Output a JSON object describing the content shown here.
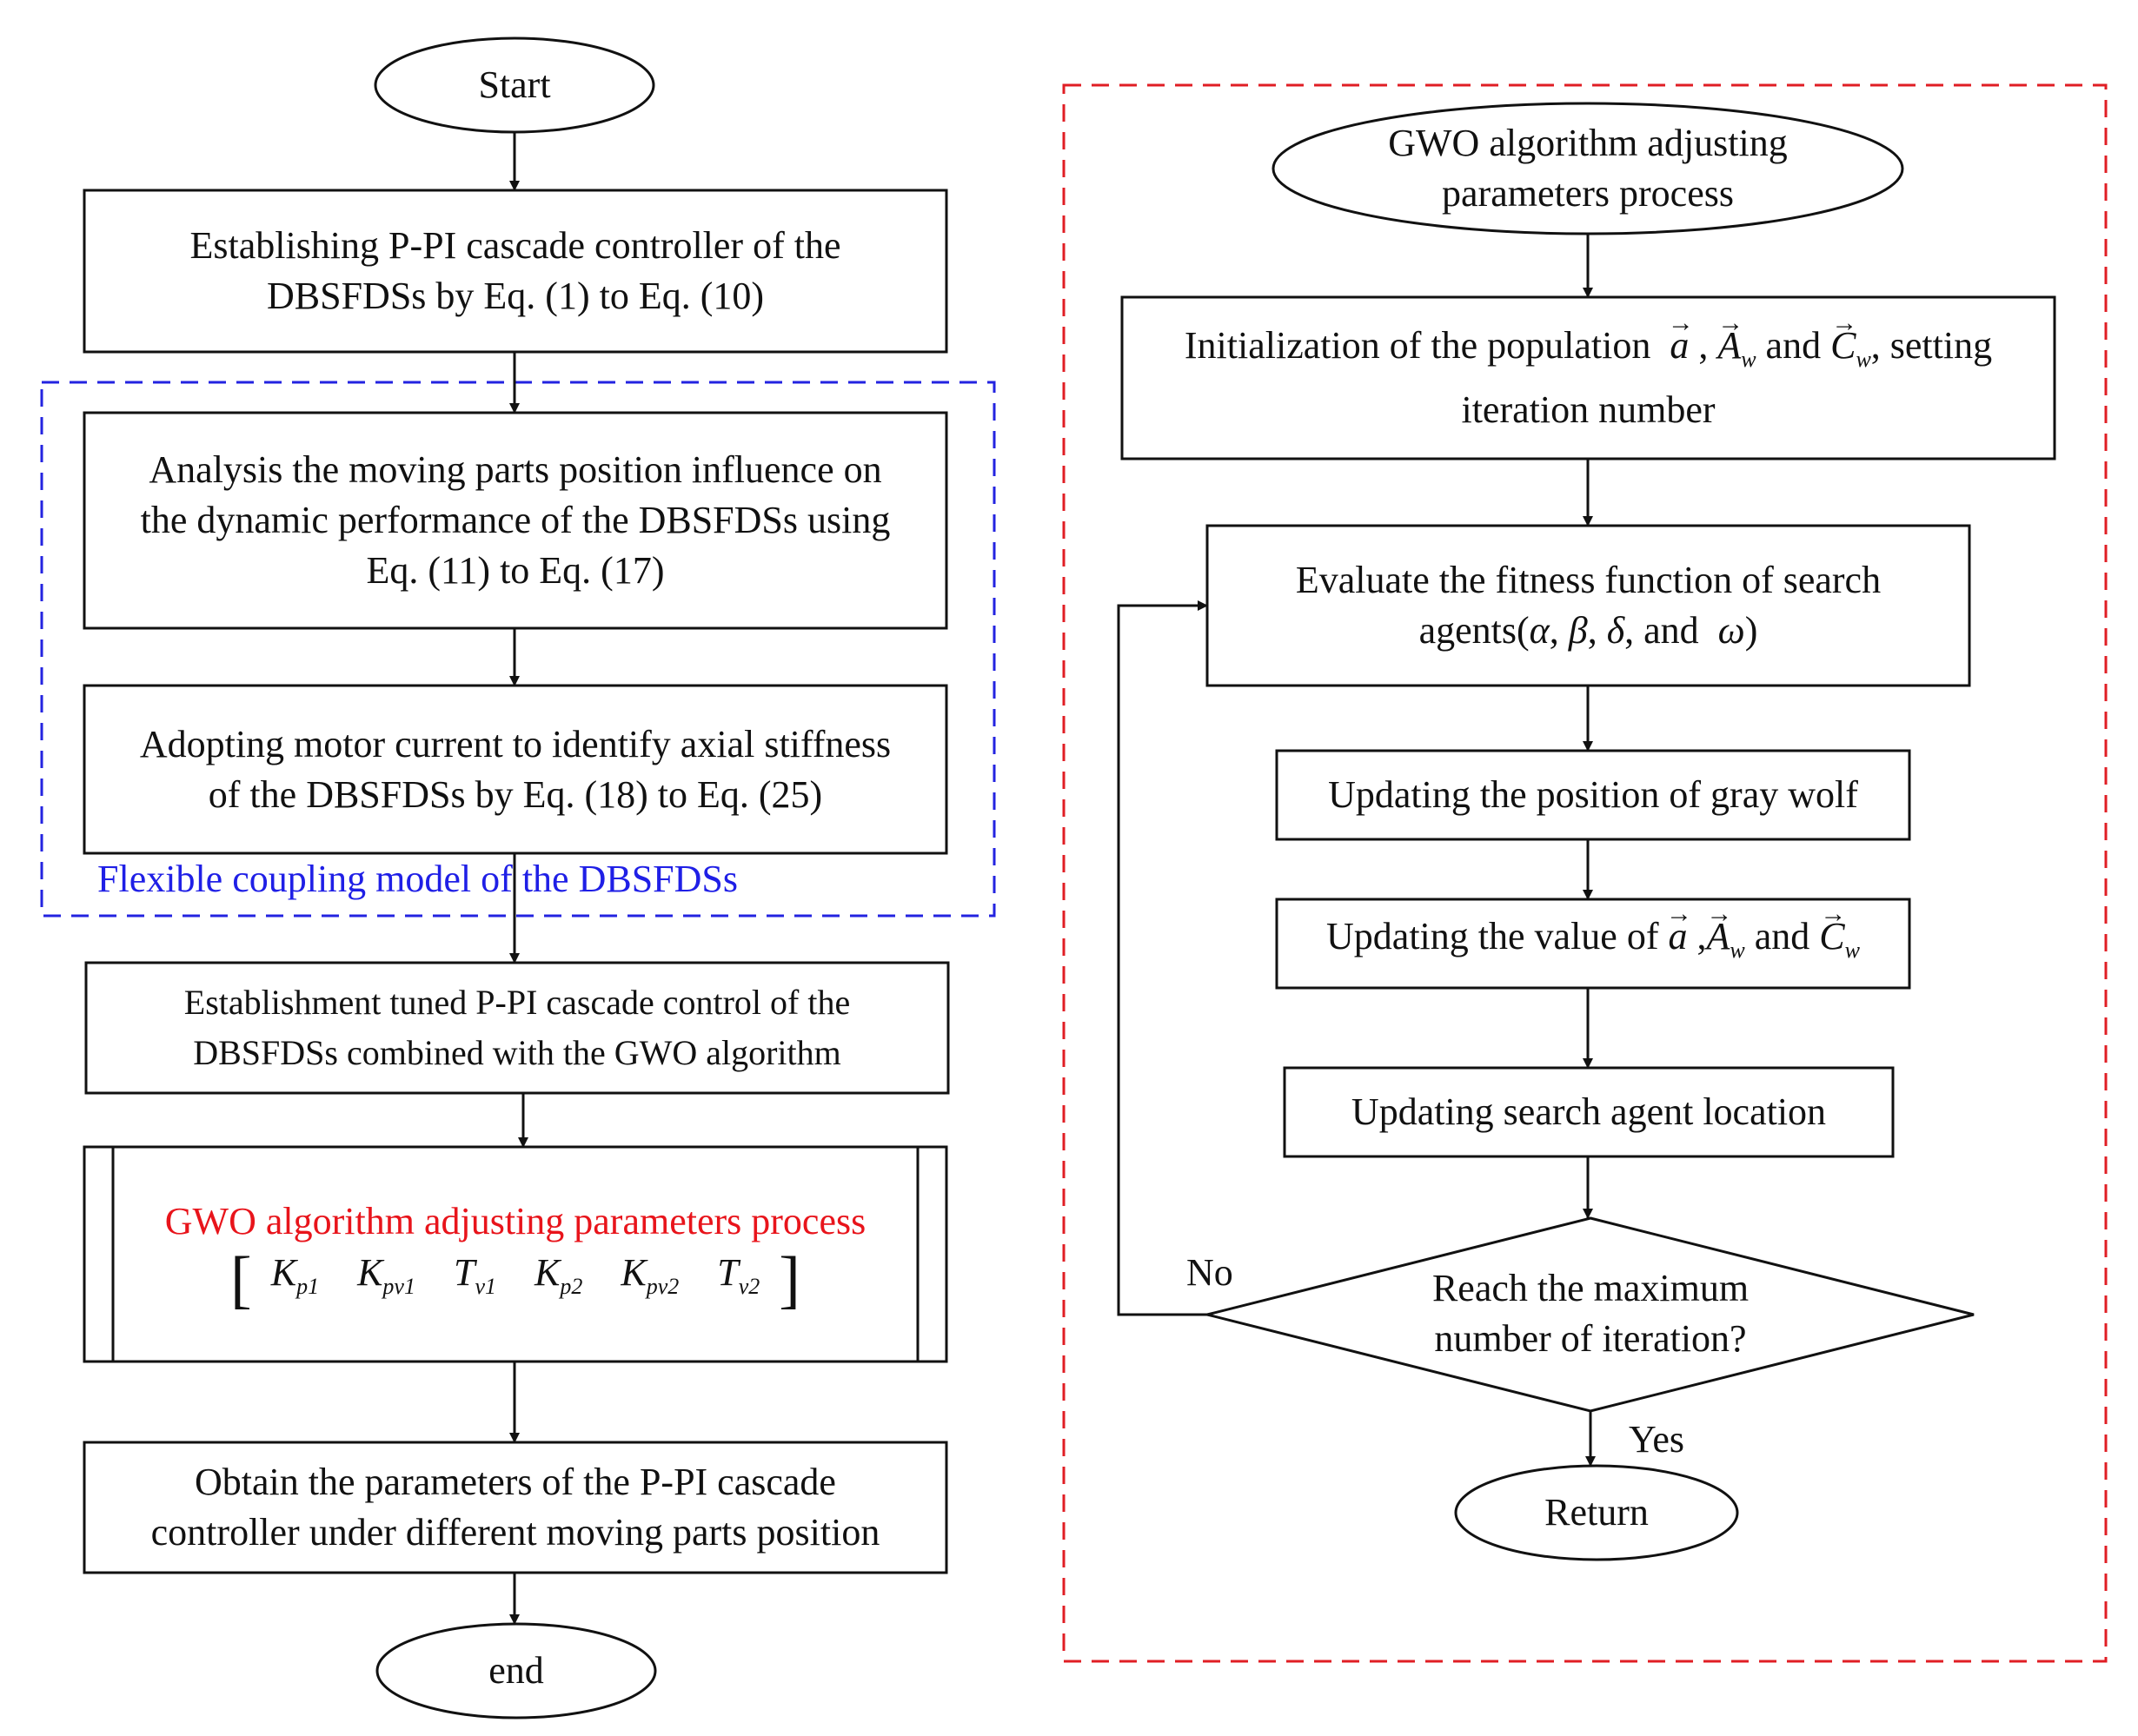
{
  "left_flow": {
    "start": "Start",
    "step1": [
      "Establishing P-PI cascade controller of the",
      "DBSFDSs by Eq. (1) to Eq. (10)"
    ],
    "step2": [
      "Analysis the moving parts position influence on",
      "the dynamic performance of the DBSFDSs using",
      "Eq. (11) to Eq. (17)"
    ],
    "step3": [
      "Adopting motor current to identify axial stiffness",
      "of the DBSFDSs by Eq. (18) to Eq. (25)"
    ],
    "group_label": "Flexible coupling model of the DBSFDSs",
    "step4": [
      "Establishment tuned P-PI cascade control of the",
      "DBSFDSs combined with the GWO algorithm"
    ],
    "subprocess": {
      "title": "GWO algorithm adjusting parameters process",
      "params": [
        {
          "sym": "K",
          "sub": "p1"
        },
        {
          "sym": "K",
          "sub": "pv1"
        },
        {
          "sym": "T",
          "sub": "v1"
        },
        {
          "sym": "K",
          "sub": "p2"
        },
        {
          "sym": "K",
          "sub": "pv2"
        },
        {
          "sym": "T",
          "sub": "v2"
        }
      ]
    },
    "step5": [
      "Obtain the parameters of the P-PI cascade",
      "controller under different moving parts position"
    ],
    "end": "end"
  },
  "right_flow": {
    "start": [
      "GWO algorithm adjusting",
      "parameters process"
    ],
    "init": {
      "prefix": "Initialization of the population",
      "a": "a",
      "A": "A",
      "A_sub": "w",
      "and": "and",
      "C": "C",
      "C_sub": "w",
      "suffix": ", setting",
      "line2": "iteration number"
    },
    "evaluate": {
      "line1": "Evaluate the fitness function of search",
      "line2_prefix": "agents(",
      "alpha": "α",
      "beta": "β",
      "delta": "δ",
      "and": "and",
      "omega": "ω",
      "line2_suffix": ")"
    },
    "update_position": "Updating the position of gray wolf",
    "update_value": {
      "prefix": "Updating the value of",
      "a": "a",
      "A": "A",
      "A_sub": "w",
      "and": "and",
      "C": "C",
      "C_sub": "w"
    },
    "update_agent": "Updating search agent location",
    "decision": [
      "Reach the  maximum",
      "number of iteration?"
    ],
    "no_label": "No",
    "yes_label": "Yes",
    "return": "Return"
  },
  "colors": {
    "line": "#111111",
    "group_border": "#2323e0",
    "process_border": "#e01e24",
    "subprocess_title": "#e8141b"
  }
}
